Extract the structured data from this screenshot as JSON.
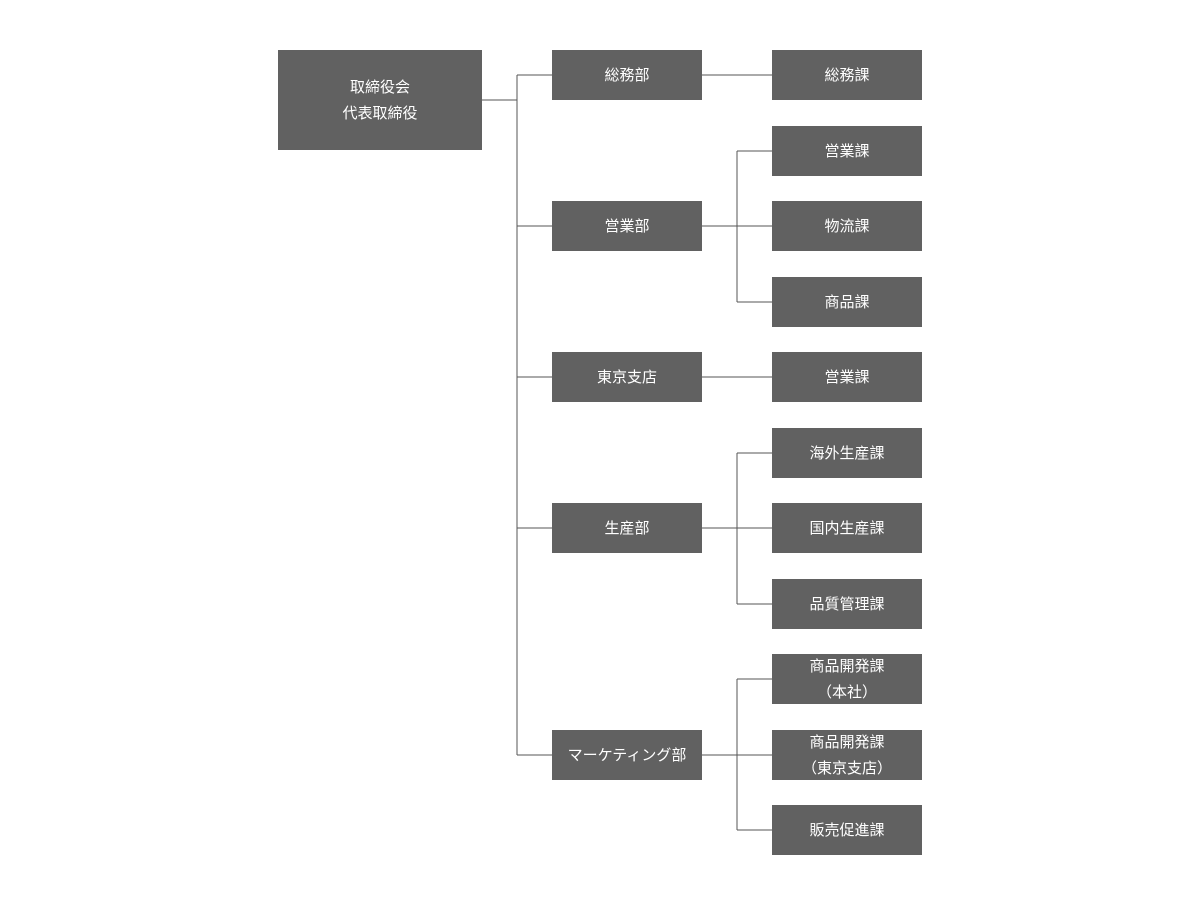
{
  "org_chart": {
    "root": {
      "lines": [
        "取締役会",
        "代表取締役"
      ],
      "departments": [
        {
          "label": "総務部",
          "sections": [
            {
              "lines": [
                "総務課"
              ]
            }
          ]
        },
        {
          "label": "営業部",
          "sections": [
            {
              "lines": [
                "営業課"
              ]
            },
            {
              "lines": [
                "物流課"
              ]
            },
            {
              "lines": [
                "商品課"
              ]
            }
          ]
        },
        {
          "label": "東京支店",
          "sections": [
            {
              "lines": [
                "営業課"
              ]
            }
          ]
        },
        {
          "label": "生産部",
          "sections": [
            {
              "lines": [
                "海外生産課"
              ]
            },
            {
              "lines": [
                "国内生産課"
              ]
            },
            {
              "lines": [
                "品質管理課"
              ]
            }
          ]
        },
        {
          "label": "マーケティング部",
          "sections": [
            {
              "lines": [
                "商品開発課",
                "（本社）"
              ]
            },
            {
              "lines": [
                "商品開発課",
                "（東京支店）"
              ]
            },
            {
              "lines": [
                "販売促進課"
              ]
            }
          ]
        }
      ]
    }
  }
}
